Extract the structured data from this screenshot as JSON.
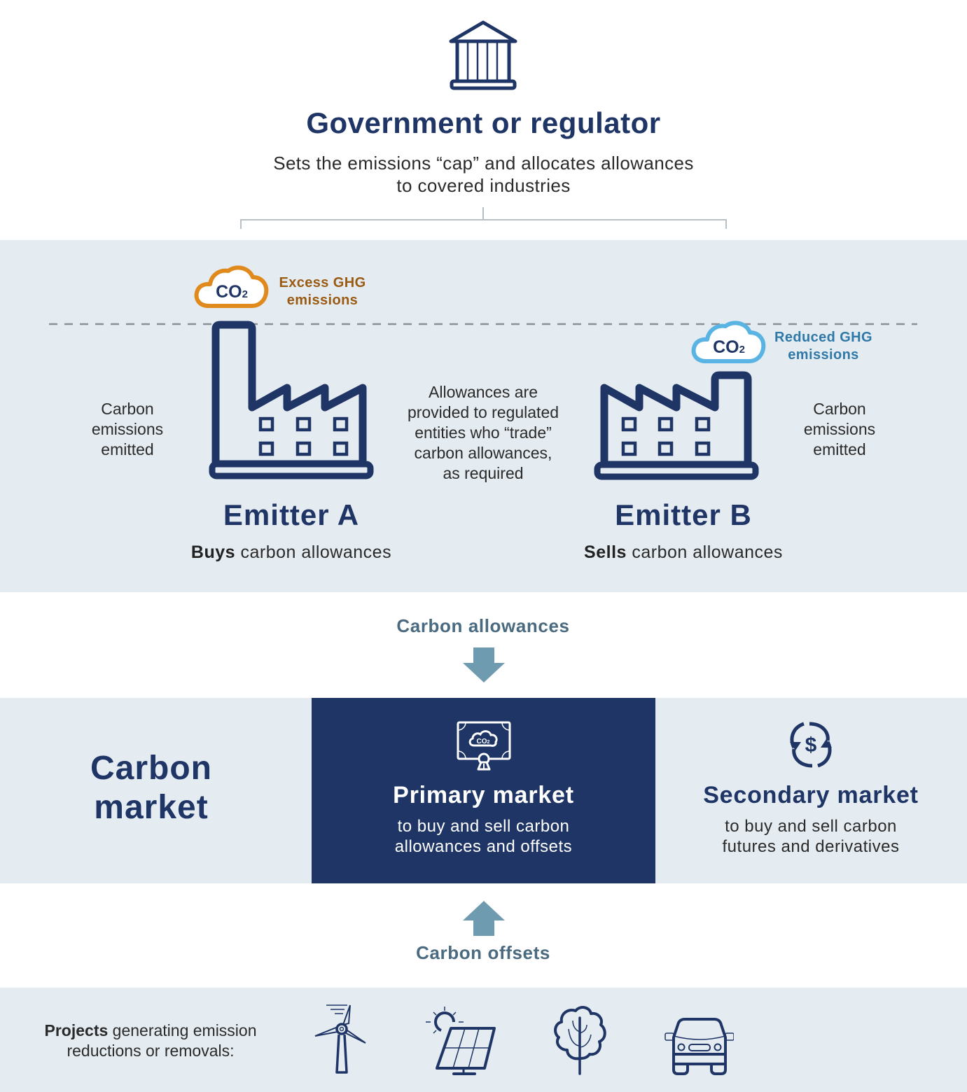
{
  "government": {
    "icon": "government-building-icon",
    "title": "Government or regulator",
    "subtitle_line1": "Sets the emissions “cap” and allocates allowances",
    "subtitle_line2": "to covered industries"
  },
  "emitters": {
    "left_side_text": [
      "Carbon",
      "emissions",
      "emitted"
    ],
    "right_side_text": [
      "Carbon",
      "emissions",
      "emitted"
    ],
    "center_text": [
      "Allowances are",
      "provided to regulated",
      "entities who “trade”",
      "carbon allowances,",
      "as required"
    ],
    "emitter_a": {
      "title": "Emitter A",
      "action_bold": "Buys",
      "action_rest": " carbon allowances",
      "cloud_label_line1": "Excess GHG",
      "cloud_label_line2": "emissions",
      "cloud_text": "CO₂",
      "cloud_color": "#e08a1e",
      "label_color": "#9a5a12"
    },
    "emitter_b": {
      "title": "Emitter B",
      "action_bold": "Sells",
      "action_rest": " carbon allowances",
      "cloud_label_line1": "Reduced GHG",
      "cloud_label_line2": "emissions",
      "cloud_text": "CO₂",
      "cloud_color": "#5ab4e3",
      "label_color": "#2f79a8"
    }
  },
  "flows": {
    "allowances_label": "Carbon allowances",
    "offsets_label": "Carbon offsets",
    "arrow_color": "#6f9bb0"
  },
  "market": {
    "title_line1": "Carbon",
    "title_line2": "market",
    "primary": {
      "title": "Primary market",
      "sub_line1": "to buy and sell carbon",
      "sub_line2": "allowances and offsets"
    },
    "secondary": {
      "title": "Secondary market",
      "sub_line1": "to buy and sell carbon",
      "sub_line2": "futures and derivatives"
    }
  },
  "projects": {
    "label_bold": "Projects",
    "label_rest": " generating emission",
    "label_line2": "reductions or removals:",
    "icons": [
      "wind-turbine-icon",
      "solar-panel-icon",
      "tree-icon",
      "car-icon"
    ]
  },
  "colors": {
    "navy": "#1f3566",
    "band": "#e5ecf1",
    "arrow": "#6f9bb0",
    "dashed_line": "#8a9096"
  }
}
